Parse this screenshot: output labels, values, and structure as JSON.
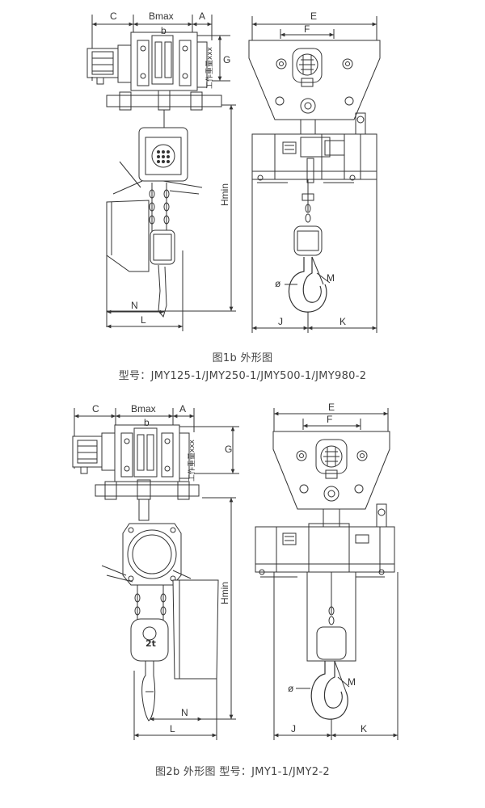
{
  "fig1": {
    "side_labels": {
      "c": "C",
      "bmax": "Bmax",
      "a": "A",
      "b": "b",
      "g": "G",
      "hmin": "Hmin",
      "n": "N",
      "l": "L"
    },
    "front_labels": {
      "e": "E",
      "f": "F",
      "phi": "ø",
      "m": "M",
      "j": "J",
      "k": "K"
    },
    "plate_text": "工作重量xxx",
    "caption_line1": "图1b 外形图",
    "caption_line2": "型号：JMY125-1/JMY250-1/JMY500-1/JMY980-2"
  },
  "fig2": {
    "side_labels": {
      "c": "C",
      "bmax": "Bmax",
      "a": "A",
      "b": "b",
      "g": "G",
      "hmin": "Hmin",
      "n": "N",
      "l": "L"
    },
    "front_labels": {
      "e": "E",
      "f": "F",
      "phi": "ø",
      "m": "M",
      "j": "J",
      "k": "K"
    },
    "plate_text": "工作重量xxx",
    "hook_block_label": "2t",
    "caption": "图2b 外形图   型号：JMY1-1/JMY2-2"
  }
}
